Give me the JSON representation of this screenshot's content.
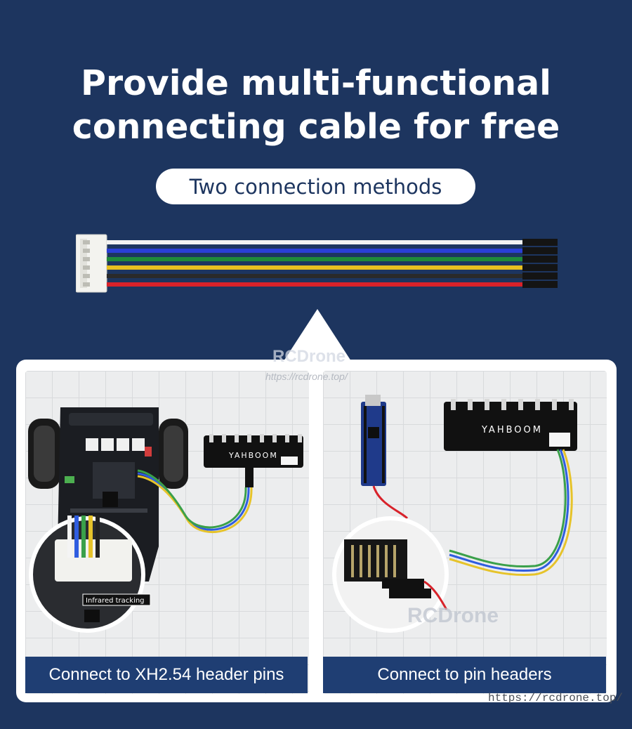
{
  "headline": {
    "line1": "Provide multi-functional",
    "line2": "connecting cable for free"
  },
  "subtitle": "Two connection methods",
  "cable_colors": [
    "#f2f2f2",
    "#2a3fd6",
    "#1f8a3a",
    "#e8c020",
    "#2a2a2a",
    "#d8222a"
  ],
  "captions": {
    "left": "Connect to XH2.54 header pins",
    "right": "Connect to pin headers"
  },
  "photo_labels": {
    "brand_left": "YAHBOOM",
    "brand_right": "YAHBOOM",
    "infrared": "Infrared tracking"
  },
  "watermarks": {
    "top": "RCDrone",
    "top_url": "https://rcdrone.top/",
    "mid": "RCDrone",
    "bottom": "https://rcdrone.top/"
  }
}
